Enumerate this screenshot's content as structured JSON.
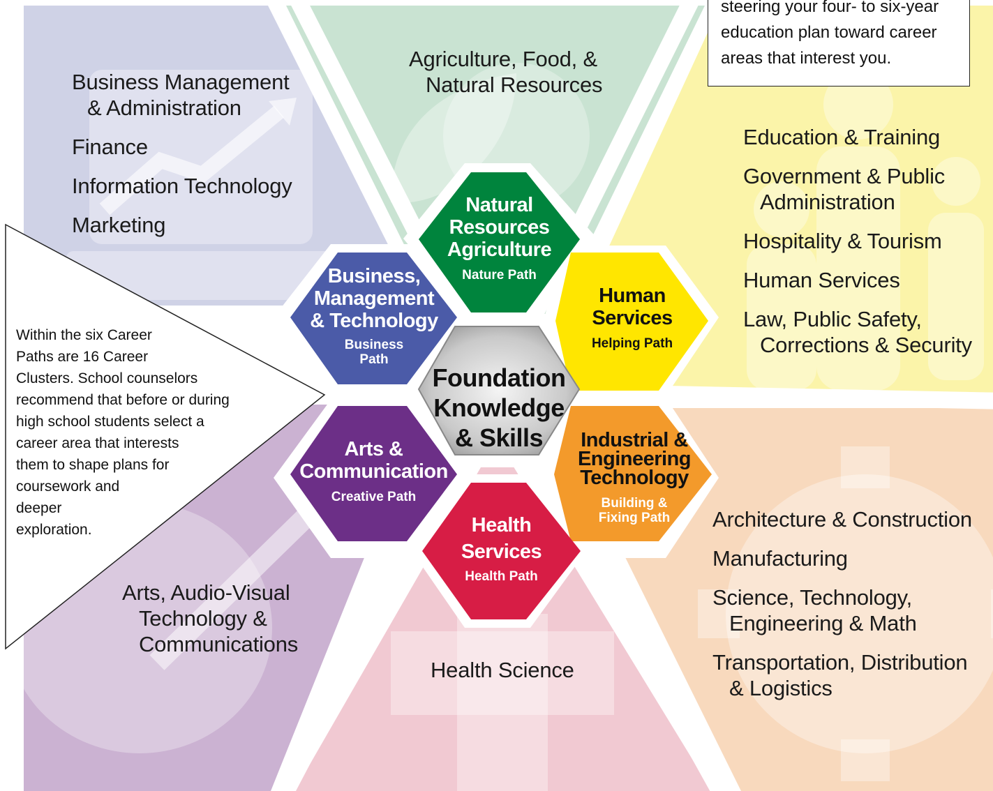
{
  "colors": {
    "business_bg": "#cfd2e6",
    "agriculture_bg": "#c9e3d2",
    "human_services_bg": "#fbf4a9",
    "industrial_bg": "#f8d9bd",
    "health_bg": "#f1c9d2",
    "arts_bg": "#cbb2d2",
    "hex_natural": "#00843d",
    "hex_business": "#4b5ba8",
    "hex_human": "#ffe600",
    "hex_industrial": "#f39a2b",
    "hex_health": "#d71d45",
    "hex_arts": "#6c2f87",
    "hex_center": "#cfcfcf"
  },
  "icons": [
    "laptop-chart-icon",
    "leaf-sun-icon",
    "family-icon",
    "gear-icon",
    "medical-cross-icon",
    "palette-brush-icon"
  ],
  "callout": {
    "lines": [
      "steering your four- to six-year",
      "education plan toward career",
      "areas that interest you."
    ]
  },
  "note": {
    "lines": [
      "Within the six Career",
      "Paths are 16 Career",
      "Clusters. School counselors",
      "recommend that before or during",
      "high school students select a",
      "career area that interests",
      "them to shape plans for",
      "coursework and",
      "deeper",
      "exploration."
    ]
  },
  "center": {
    "lines": [
      "Foundation",
      "Knowledge",
      "& Skills"
    ]
  },
  "paths": {
    "natural": {
      "title_lines": [
        "Natural",
        "Resources",
        "Agriculture"
      ],
      "subtitle": [
        "Nature Path"
      ]
    },
    "business": {
      "title_lines": [
        "Business,",
        "Management",
        "& Technology"
      ],
      "subtitle": [
        "Business",
        "Path"
      ]
    },
    "human": {
      "title_lines": [
        "Human",
        "Services"
      ],
      "subtitle": [
        "Helping Path"
      ]
    },
    "industrial": {
      "title_lines": [
        "Industrial &",
        "Engineering",
        "Technology"
      ],
      "subtitle": [
        "Building &",
        "Fixing Path"
      ]
    },
    "arts": {
      "title_lines": [
        "Arts &",
        "Communication"
      ],
      "subtitle": [
        "Creative Path"
      ]
    },
    "health": {
      "title_lines": [
        "Health",
        "Services"
      ],
      "subtitle": [
        "Health Path"
      ]
    }
  },
  "clusters": {
    "business": [
      [
        "Business Management",
        "  & Administration"
      ],
      [
        "Finance"
      ],
      [
        "Information Technology"
      ],
      [
        "Marketing"
      ]
    ],
    "agriculture": [
      [
        "Agriculture, Food, &",
        "  Natural Resources"
      ]
    ],
    "human": [
      [
        "Education & Training"
      ],
      [
        "Government & Public",
        "  Administration"
      ],
      [
        "Hospitality & Tourism"
      ],
      [
        "Human Services"
      ],
      [
        "Law, Public Safety,",
        "  Corrections & Security"
      ]
    ],
    "industrial": [
      [
        "Architecture & Construction"
      ],
      [
        "Manufacturing"
      ],
      [
        "Science, Technology,",
        "  Engineering & Math"
      ],
      [
        "Transportation, Distribution",
        "  & Logistics"
      ]
    ],
    "health": [
      [
        "Health Science"
      ]
    ],
    "arts": [
      [
        "Arts, Audio-Visual",
        "  Technology &",
        "  Communications"
      ]
    ]
  }
}
